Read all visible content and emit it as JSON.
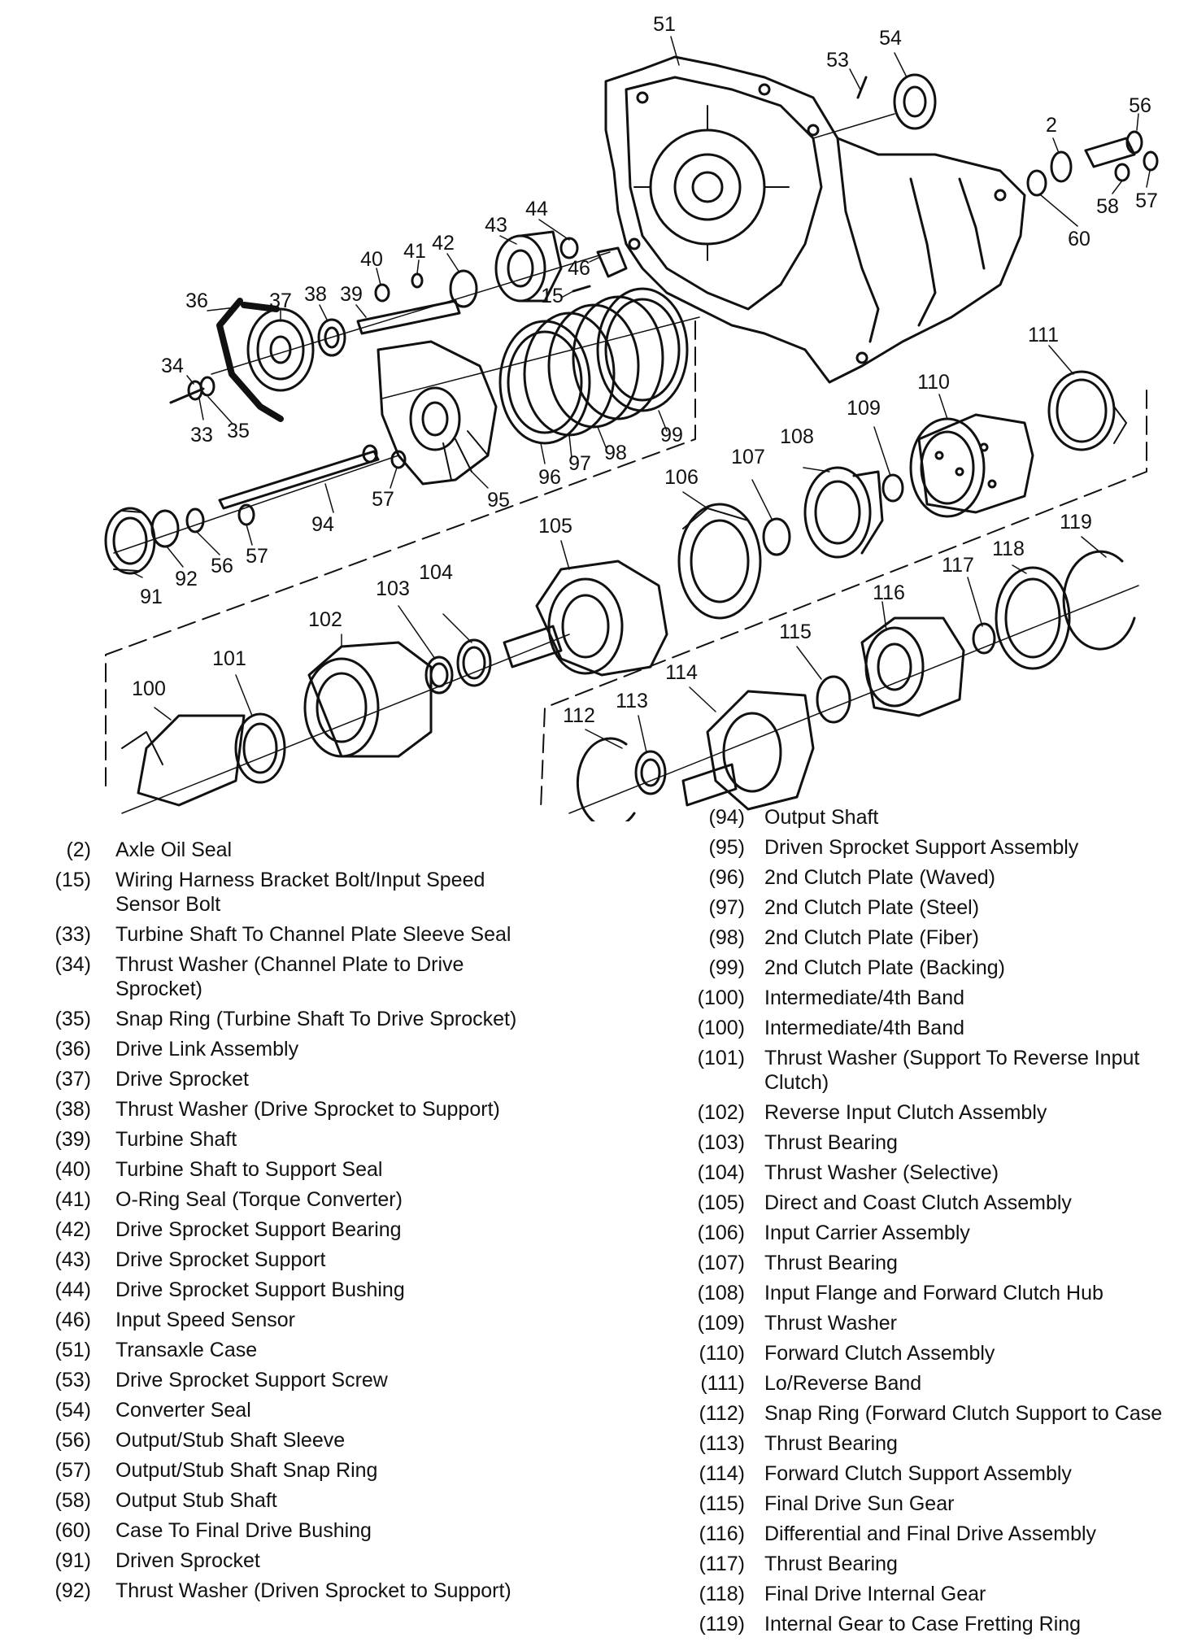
{
  "callouts": [
    {
      "key": "51",
      "label": "51"
    },
    {
      "key": "53",
      "label": "53"
    },
    {
      "key": "54",
      "label": "54"
    },
    {
      "key": "2",
      "label": "2"
    },
    {
      "key": "56a",
      "label": "56"
    },
    {
      "key": "57a",
      "label": "57"
    },
    {
      "key": "58",
      "label": "58"
    },
    {
      "key": "60",
      "label": "60"
    },
    {
      "key": "44",
      "label": "44"
    },
    {
      "key": "43",
      "label": "43"
    },
    {
      "key": "42",
      "label": "42"
    },
    {
      "key": "41",
      "label": "41"
    },
    {
      "key": "40",
      "label": "40"
    },
    {
      "key": "39",
      "label": "39"
    },
    {
      "key": "38",
      "label": "38"
    },
    {
      "key": "37",
      "label": "37"
    },
    {
      "key": "36",
      "label": "36"
    },
    {
      "key": "34",
      "label": "34"
    },
    {
      "key": "33",
      "label": "33"
    },
    {
      "key": "35",
      "label": "35"
    },
    {
      "key": "46",
      "label": "46"
    },
    {
      "key": "15",
      "label": "15"
    },
    {
      "key": "95",
      "label": "95"
    },
    {
      "key": "96",
      "label": "96"
    },
    {
      "key": "97",
      "label": "97"
    },
    {
      "key": "98",
      "label": "98"
    },
    {
      "key": "99",
      "label": "99"
    },
    {
      "key": "57b",
      "label": "57"
    },
    {
      "key": "94",
      "label": "94"
    },
    {
      "key": "91",
      "label": "91"
    },
    {
      "key": "92",
      "label": "92"
    },
    {
      "key": "56b",
      "label": "56"
    },
    {
      "key": "57c",
      "label": "57"
    },
    {
      "key": "111",
      "label": "111"
    },
    {
      "key": "110",
      "label": "110"
    },
    {
      "key": "109",
      "label": "109"
    },
    {
      "key": "108",
      "label": "108"
    },
    {
      "key": "107",
      "label": "107"
    },
    {
      "key": "106",
      "label": "106"
    },
    {
      "key": "105",
      "label": "105"
    },
    {
      "key": "104",
      "label": "104"
    },
    {
      "key": "103",
      "label": "103"
    },
    {
      "key": "102",
      "label": "102"
    },
    {
      "key": "101",
      "label": "101"
    },
    {
      "key": "100",
      "label": "100"
    },
    {
      "key": "119",
      "label": "119"
    },
    {
      "key": "118",
      "label": "118"
    },
    {
      "key": "117",
      "label": "117"
    },
    {
      "key": "116",
      "label": "116"
    },
    {
      "key": "115",
      "label": "115"
    },
    {
      "key": "114",
      "label": "114"
    },
    {
      "key": "113",
      "label": "113"
    },
    {
      "key": "112",
      "label": "112"
    }
  ],
  "legend_left": [
    {
      "num": "(2)",
      "text": "Axle Oil Seal"
    },
    {
      "num": "(15)",
      "text": "Wiring Harness Bracket Bolt/Input Speed Sensor Bolt"
    },
    {
      "num": "(33)",
      "text": "Turbine Shaft To Channel Plate Sleeve Seal"
    },
    {
      "num": "(34)",
      "text": "Thrust Washer (Channel Plate to Drive Sprocket)"
    },
    {
      "num": "(35)",
      "text": "Snap Ring (Turbine Shaft To Drive Sprocket)"
    },
    {
      "num": "(36)",
      "text": "Drive Link Assembly"
    },
    {
      "num": "(37)",
      "text": "Drive Sprocket"
    },
    {
      "num": "(38)",
      "text": "Thrust Washer (Drive Sprocket to Support)"
    },
    {
      "num": "(39)",
      "text": "Turbine Shaft"
    },
    {
      "num": "(40)",
      "text": "Turbine Shaft to Support Seal"
    },
    {
      "num": "(41)",
      "text": "O-Ring Seal (Torque Converter)"
    },
    {
      "num": "(42)",
      "text": "Drive Sprocket Support Bearing"
    },
    {
      "num": "(43)",
      "text": "Drive Sprocket Support"
    },
    {
      "num": "(44)",
      "text": "Drive Sprocket Support Bushing"
    },
    {
      "num": "(46)",
      "text": "Input Speed Sensor"
    },
    {
      "num": "(51)",
      "text": "Transaxle Case"
    },
    {
      "num": "(53)",
      "text": "Drive Sprocket Support Screw"
    },
    {
      "num": "(54)",
      "text": "Converter Seal"
    },
    {
      "num": "(56)",
      "text": "Output/Stub Shaft Sleeve"
    },
    {
      "num": "(57)",
      "text": "Output/Stub Shaft Snap Ring"
    },
    {
      "num": "(58)",
      "text": "Output Stub Shaft"
    },
    {
      "num": "(60)",
      "text": "Case To Final Drive Bushing"
    },
    {
      "num": "(91)",
      "text": "Driven Sprocket"
    },
    {
      "num": "(92)",
      "text": "Thrust Washer (Driven Sprocket to Support)"
    }
  ],
  "legend_right": [
    {
      "num": "(94)",
      "text": "Output Shaft"
    },
    {
      "num": "(95)",
      "text": "Driven Sprocket Support Assembly"
    },
    {
      "num": "(96)",
      "text": "2nd Clutch Plate (Waved)"
    },
    {
      "num": "(97)",
      "text": "2nd Clutch Plate (Steel)"
    },
    {
      "num": "(98)",
      "text": "2nd Clutch Plate (Fiber)"
    },
    {
      "num": "(99)",
      "text": "2nd Clutch Plate (Backing)"
    },
    {
      "num": "(100)",
      "text": "Intermediate/4th Band"
    },
    {
      "num": "(100)",
      "text": "Intermediate/4th Band"
    },
    {
      "num": "(101)",
      "text": "Thrust Washer (Support To Reverse Input Clutch)"
    },
    {
      "num": "(102)",
      "text": "Reverse Input Clutch Assembly"
    },
    {
      "num": "(103)",
      "text": "Thrust Bearing"
    },
    {
      "num": "(104)",
      "text": "Thrust Washer (Selective)"
    },
    {
      "num": "(105)",
      "text": "Direct and Coast Clutch Assembly"
    },
    {
      "num": "(106)",
      "text": "Input Carrier Assembly"
    },
    {
      "num": "(107)",
      "text": "Thrust Bearing"
    },
    {
      "num": "(108)",
      "text": "Input Flange and Forward Clutch Hub"
    },
    {
      "num": "(109)",
      "text": "Thrust Washer"
    },
    {
      "num": "(110)",
      "text": "Forward Clutch Assembly"
    },
    {
      "num": "(111)",
      "text": "Lo/Reverse Band"
    },
    {
      "num": "(112)",
      "text": "Snap Ring (Forward Clutch Support to Case"
    },
    {
      "num": "(113)",
      "text": "Thrust Bearing"
    },
    {
      "num": "(114)",
      "text": "Forward Clutch Support Assembly"
    },
    {
      "num": "(115)",
      "text": "Final Drive Sun Gear"
    },
    {
      "num": "(116)",
      "text": "Differential and Final Drive Assembly"
    },
    {
      "num": "(117)",
      "text": "Thrust Bearing"
    },
    {
      "num": "(118)",
      "text": "Final Drive Internal Gear"
    },
    {
      "num": "(119)",
      "text": "Internal Gear to Case Fretting Ring"
    }
  ]
}
